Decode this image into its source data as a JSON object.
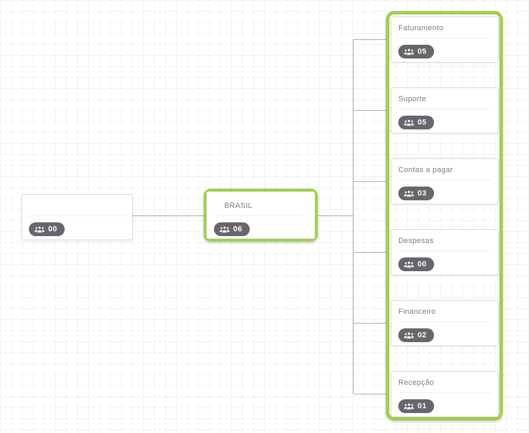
{
  "chart": {
    "root": {
      "title": "",
      "count": "00"
    },
    "node": {
      "title": "BRASIL",
      "count": "06"
    },
    "children": [
      {
        "title": "Faturamento",
        "count": "05"
      },
      {
        "title": "Suporte",
        "count": "05"
      },
      {
        "title": "Contas a pagar",
        "count": "03"
      },
      {
        "title": "Despesas",
        "count": "00"
      },
      {
        "title": "Financeiro",
        "count": "02"
      },
      {
        "title": "Recepção",
        "count": "01"
      }
    ]
  },
  "icons": {
    "badge": "users-icon"
  },
  "colors": {
    "highlight": "#9fd04b",
    "badge_bg": "#66666b",
    "connector": "#a9a9a9",
    "node_border": "#d7d7da",
    "grid_line": "#f1f1f5"
  }
}
